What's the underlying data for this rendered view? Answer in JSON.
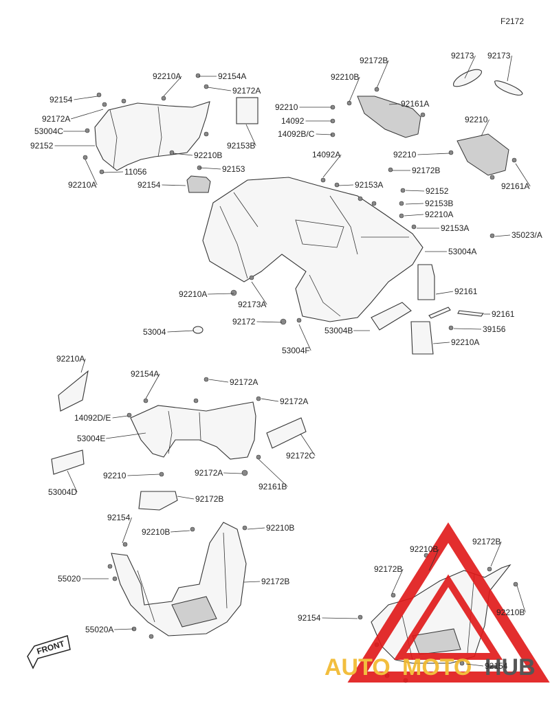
{
  "figure_code": "F2172",
  "front_label": "FRONT",
  "watermark": {
    "auto": "AUTO",
    "moto": "MOTO",
    "hub": "HUB",
    "red": "#e01818",
    "yellow": "#f1b82a",
    "grey": "#444444"
  },
  "callouts": [
    "92154",
    "92210A",
    "92154A",
    "92172B",
    "92210B",
    "92173",
    "92173",
    "92172A",
    "92172A",
    "92210",
    "92161A",
    "14092",
    "92152",
    "14092B/C",
    "92153B",
    "53004C",
    "92210",
    "92210B",
    "92210",
    "92153",
    "14092A",
    "92210A",
    "11056",
    "92154",
    "92153A",
    "92172B",
    "92161A",
    "92152",
    "92153B",
    "92210A",
    "92153A",
    "35023/A",
    "53004A",
    "92161",
    "92210A",
    "92173A",
    "92161",
    "92172",
    "39156",
    "53004",
    "53004B",
    "92210A",
    "53004F",
    "92210A",
    "92154A",
    "92172A",
    "92172A",
    "14092D/E",
    "53004E",
    "92172C",
    "92210",
    "92172A",
    "92161B",
    "53004D",
    "92172B",
    "92154",
    "92210B",
    "92210B",
    "55020",
    "92172B",
    "92210B",
    "92172B",
    "92172B",
    "92210B",
    "92154",
    "55020A",
    "92154"
  ]
}
